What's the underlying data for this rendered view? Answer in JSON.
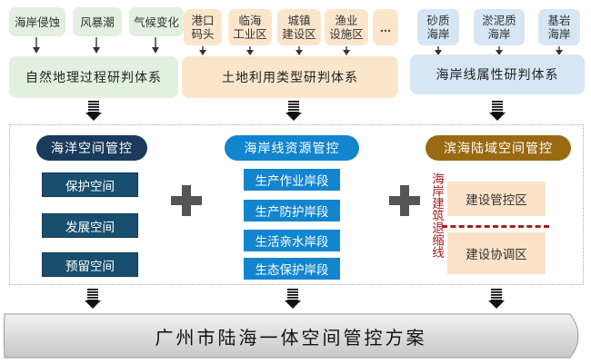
{
  "top": {
    "natural_items": [
      "海岸侵蚀",
      "风暴潮",
      "气候变化"
    ],
    "land_items": [
      "港口\n码头",
      "临海\n工业区",
      "城镇\n建设区",
      "渔业\n设施区",
      "…"
    ],
    "coast_items": [
      "砂质\n海岸",
      "淤泥质\n海岸",
      "基岩\n海岸"
    ]
  },
  "bands": {
    "natural": "自然地理过程研判体系",
    "land": "土地利用类型研判体系",
    "coast": "海岸线属性研判体系"
  },
  "sections": {
    "ocean": {
      "title": "海洋空间管控",
      "items": [
        "保护空间",
        "发展空间",
        "预留空间"
      ]
    },
    "shoreline": {
      "title": "海岸线资源管控",
      "items": [
        "生产作业岸段",
        "生产防护岸段",
        "生活亲水岸段",
        "生态保护岸段"
      ]
    },
    "coastal_land": {
      "title": "滨海陆域空间管控",
      "items": [
        "建设管控区",
        "建设协调区"
      ],
      "setback_label": "海岸建筑退缩线"
    }
  },
  "bottom": {
    "title": "广州市陆海一体空间管控方案"
  },
  "colors": {
    "navy": "#1a3b5c",
    "blue": "#1385cf",
    "brown": "#9a6a12",
    "setback_red": "#a81e1e"
  }
}
